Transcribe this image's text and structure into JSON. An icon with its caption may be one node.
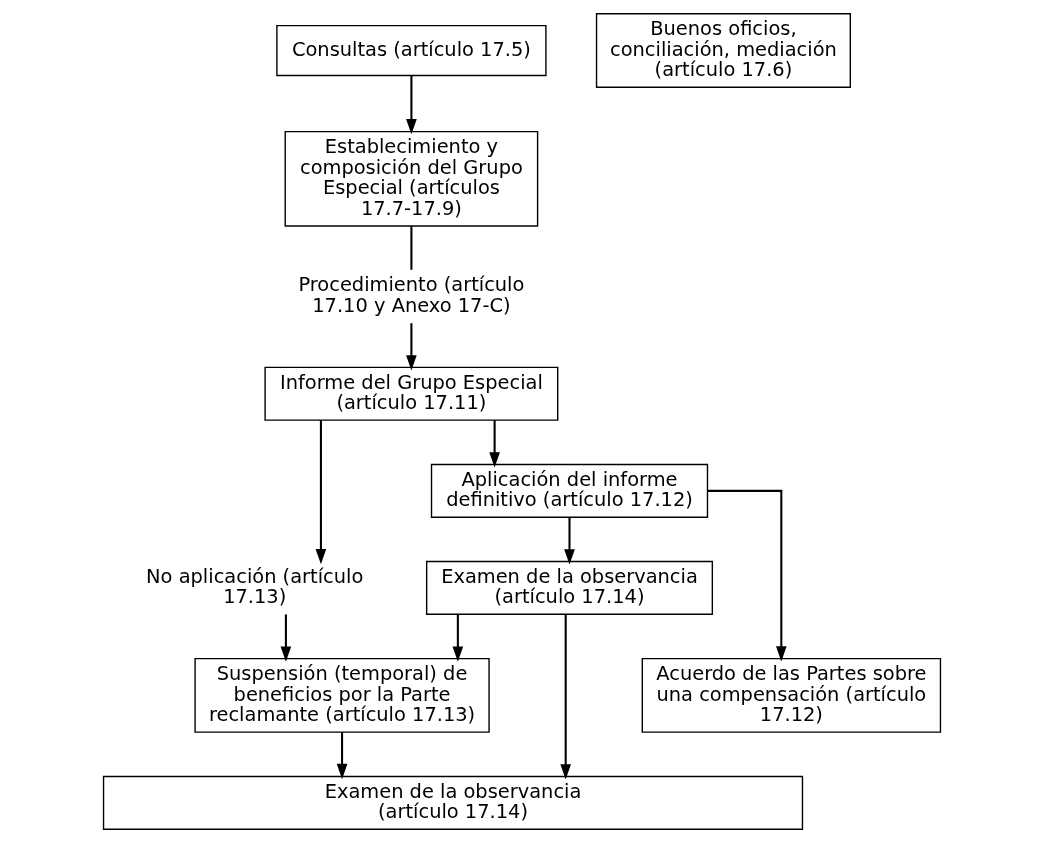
{
  "diagram": {
    "nodes": [
      {
        "text": [
          "Consultas (artículo 17.5)"
        ]
      },
      {
        "text": [
          "Buenos oficios, conciliación, mediación (artículo 17.6)"
        ]
      },
      {
        "text": [
          "Establecimiento y composición del Grupo Especial (artículos 17.7-17.9)"
        ]
      },
      {
        "text": [
          "Procedimiento (artículo 17.10 y Anexo 17-C)"
        ]
      },
      {
        "text": [
          "Informe del Grupo Especial (artículo 17.11)"
        ]
      },
      {
        "text": [
          "No aplicación (artículo 17.13)"
        ]
      },
      {
        "text": [
          "Aplicación del informe definitivo (artículo 17.12)"
        ]
      },
      {
        "text": [
          "Examen de la observancia (artículo 17.14)"
        ]
      },
      {
        "text": [
          "Acuerdo de las Partes sobre una compensación (artículo 17.12)"
        ]
      },
      {
        "text": [
          "Suspensión (temporal) de beneficios por la Parte reclamante (artículo 17.13)"
        ]
      },
      {
        "text": [
          "Examen de la observancia (artículo 17.14)"
        ]
      }
    ],
    "edges": [
      {
        "from": 0,
        "to": 2,
        "arrow": "to"
      },
      {
        "from": 2,
        "to": 3,
        "arrow": "none"
      },
      {
        "from": 3,
        "to": 4,
        "arrow": "to"
      },
      {
        "from": 4,
        "to": 5,
        "arrow": "to"
      },
      {
        "from": 4,
        "to": 6,
        "arrow": "to"
      },
      {
        "from": 6,
        "to": 8,
        "arrow": "to"
      },
      {
        "from": 6,
        "to": 7,
        "arrow": "to"
      },
      {
        "from": 5,
        "to": 9,
        "arrow": "to"
      },
      {
        "from": 7,
        "to": 9,
        "arrow": "to"
      },
      {
        "from": 7,
        "to": 10,
        "arrow": "to"
      },
      {
        "from": 9,
        "to": 10,
        "arrow": "to"
      }
    ]
  }
}
